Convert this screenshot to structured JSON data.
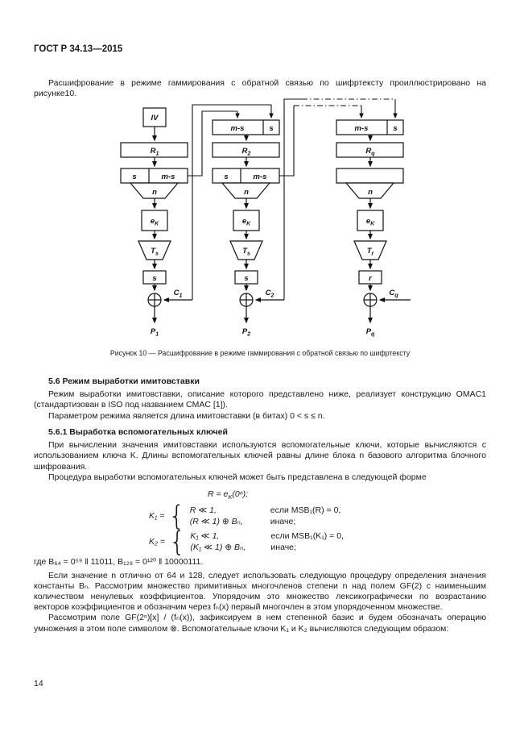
{
  "page": {
    "header": "ГОСТ Р 34.13—2015",
    "number": "14"
  },
  "intro": "Расшифрование в режиме гаммирования с обратной связью по шифртексту проиллюстрировано на рисунке10.",
  "diagram": {
    "iv": "IV",
    "r1": {
      "main": "R",
      "sub": "1"
    },
    "r2": {
      "main": "R",
      "sub": "2"
    },
    "rq": {
      "main": "R",
      "sub": "q"
    },
    "s": "s",
    "ms": "m-s",
    "n": "n",
    "r_small": "r",
    "ek": {
      "main": "e",
      "sub": "K"
    },
    "ts": {
      "main": "T",
      "sub": "s"
    },
    "tr": {
      "main": "T",
      "sub": "r"
    },
    "c1": {
      "main": "C",
      "sub": "1"
    },
    "c2": {
      "main": "C",
      "sub": "2"
    },
    "cq": {
      "main": "C",
      "sub": "q"
    },
    "p1": {
      "main": "P",
      "sub": "1"
    },
    "p2": {
      "main": "P",
      "sub": "2"
    },
    "pq": {
      "main": "P",
      "sub": "q"
    },
    "caption": "Рисунок 10 — Расшифрование в режиме гаммирования с обратной связью по шифртексту"
  },
  "sections": {
    "s56_heading": "5.6 Режим выработки имитовставки",
    "s56_p1": "Режим выработки имитовставки, описание которого представлено ниже, реализует конструкцию OMAC1 (стандартизован в ISO под названием CMAC [1]).",
    "s56_p2": "Параметром режима является длина имитовставки (в битах) 0 < s ≤ n.",
    "s561_heading": "5.6.1 Выработка вспомогательных ключей",
    "s561_p1": "При вычислении значения имитовставки используются вспомогательные ключи, которые вычисляются с использованием ключа K. Длины вспомогательных ключей равны длине блока n базового алгоритма блочного шифрования.",
    "s561_p2": "Процедура выработки вспомогательных ключей может быть представлена в следующей форме",
    "where_line": "где B₆₄ = 0⁵⁹ ‖ 11011, B₁₂₈ = 0¹²⁰ ‖ 10000111.",
    "s561_p3": "Если значение n отлично от 64 и 128, следует использовать следующую процедуру определения значения константы Bₙ. Рассмотрим множество примитивных многочленов степени n над полем GF(2) с наименьшим количеством ненулевых коэффициентов. Упорядочим это множество лексикографически по возрастанию векторов коэффициентов и обозначим через fₙ(x) первый многочлен в этом упорядоченном множестве.",
    "s561_p4": "Рассмотрим поле GF(2ⁿ)[x] / (fₙ(x)), зафиксируем в нем степенной базис и будем обозначать операцию умножения в этом поле символом ⊗. Вспомогательные ключи K₁ и K₂ вычисляются следующим образом:"
  },
  "formulas": {
    "lbrace": "{",
    "r_def": {
      "pre": "R = e",
      "sub": "K",
      "post": "(0ⁿ);"
    },
    "k1": {
      "lhs": "K₁ =",
      "rows": [
        {
          "expr": "R ≪ 1,",
          "cond": "если MSB₁(R) = 0,"
        },
        {
          "expr": "(R ≪ 1) ⊕ Bₙ,",
          "cond": "иначе;"
        }
      ]
    },
    "k2": {
      "lhs": "K₂ =",
      "rows": [
        {
          "expr": "K₁ ≪ 1,",
          "cond": "если MSB₁(K₁) = 0,"
        },
        {
          "expr": "(K₁ ≪ 1) ⊕ Bₙ,",
          "cond": "иначе;"
        }
      ]
    }
  }
}
